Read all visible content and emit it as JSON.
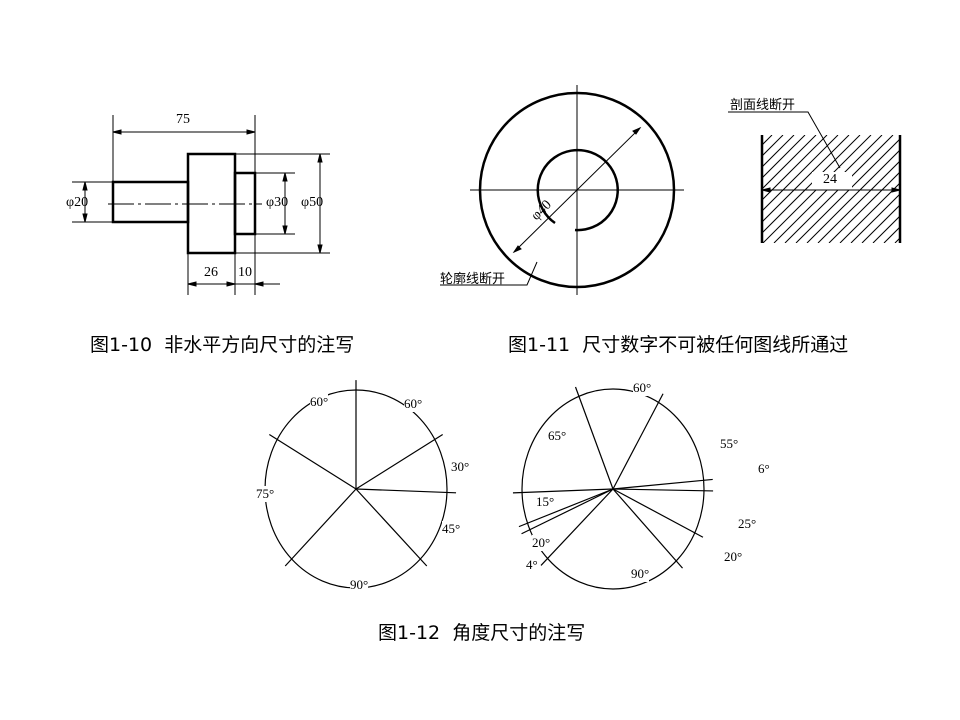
{
  "fig_1_10": {
    "caption": "图1-10  非水平方向尺寸的注写",
    "dims": {
      "overall": "75",
      "d_small": "φ20",
      "d_step": "φ30",
      "d_large": "φ50",
      "len_a": "26",
      "len_b": "10"
    }
  },
  "fig_1_11": {
    "caption": "图1-11  尺寸数字不可被任何图线所通过",
    "diameter": "φ40",
    "outline_break_label": "轮廓线断开",
    "hatch_break_label": "剖面线断开",
    "width_dim": "24"
  },
  "fig_1_12": {
    "caption": "图1-12  角度尺寸的注写",
    "left_angles": [
      "60°",
      "60°",
      "30°",
      "75°",
      "45°",
      "90°"
    ],
    "right_angles": [
      "60°",
      "65°",
      "55°",
      "6°",
      "15°",
      "25°",
      "20°",
      "4°",
      "20°",
      "90°"
    ]
  }
}
